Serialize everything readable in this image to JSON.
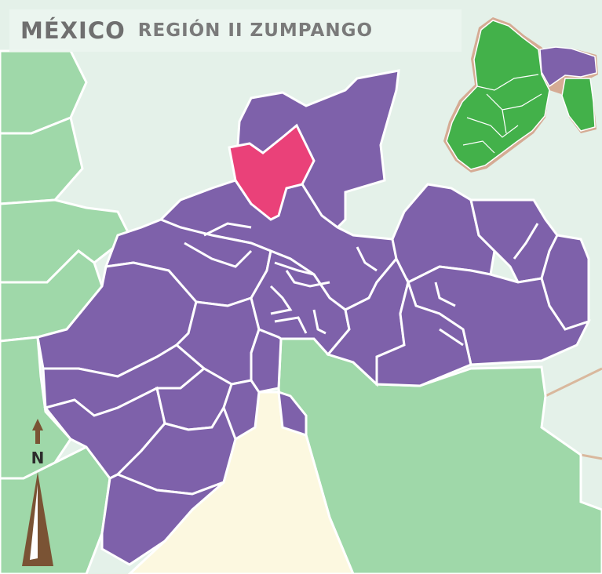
{
  "title": {
    "country": "MÉXICO",
    "region": "REGIÓN II ZUMPANGO"
  },
  "compass": {
    "north_label": "N",
    "icon": "north-arrow-icon"
  },
  "colors": {
    "background_land": "#e4f1e9",
    "neighbor_land": "#9fd8a9",
    "other_state": "#fcf8e0",
    "region_fill": "#7e61aa",
    "highlight_fill": "#ea4179",
    "border": "#ffffff",
    "state_outline": "#d5ab94",
    "inset_state_fill": "#43b14a",
    "inset_region_fill": "#7e61aa",
    "compass_color": "#7a5334"
  }
}
